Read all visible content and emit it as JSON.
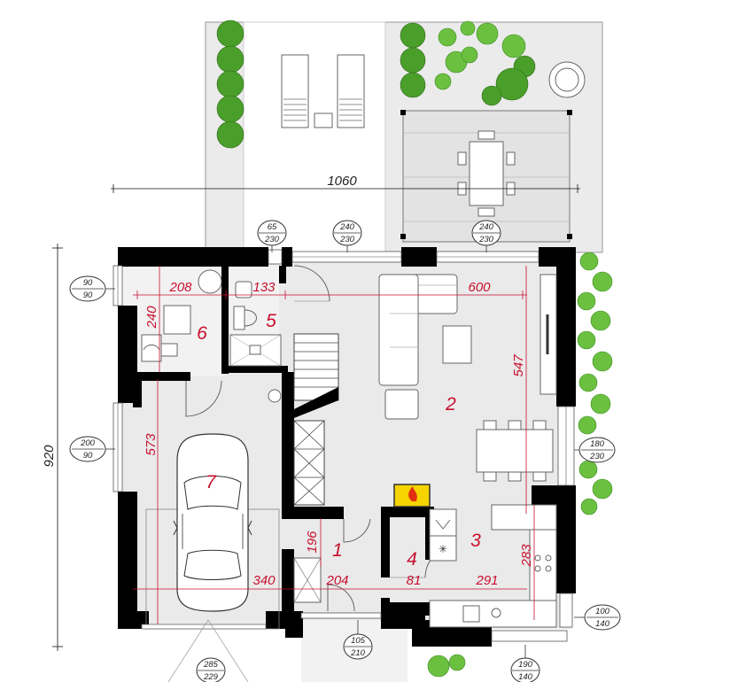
{
  "overall": {
    "width": "1060",
    "depth": "920"
  },
  "rooms": [
    {
      "number": "1"
    },
    {
      "number": "2"
    },
    {
      "number": "3"
    },
    {
      "number": "4"
    },
    {
      "number": "5"
    },
    {
      "number": "6"
    },
    {
      "number": "7"
    }
  ],
  "dimensions": {
    "d208": "208",
    "d133": "133",
    "d600": "600",
    "d240": "240",
    "d547": "547",
    "d573": "573",
    "d196": "196",
    "d204": "204",
    "d340": "340",
    "d81": "81",
    "d291": "291",
    "d283": "283"
  },
  "openings": [
    {
      "top": "90",
      "bottom": "90"
    },
    {
      "top": "65",
      "bottom": "230"
    },
    {
      "top": "240",
      "bottom": "230"
    },
    {
      "top": "240",
      "bottom": "230"
    },
    {
      "top": "200",
      "bottom": "90"
    },
    {
      "top": "180",
      "bottom": "230"
    },
    {
      "top": "100",
      "bottom": "140"
    },
    {
      "top": "105",
      "bottom": "210"
    },
    {
      "top": "285",
      "bottom": "229"
    },
    {
      "top": "190",
      "bottom": "140"
    }
  ]
}
